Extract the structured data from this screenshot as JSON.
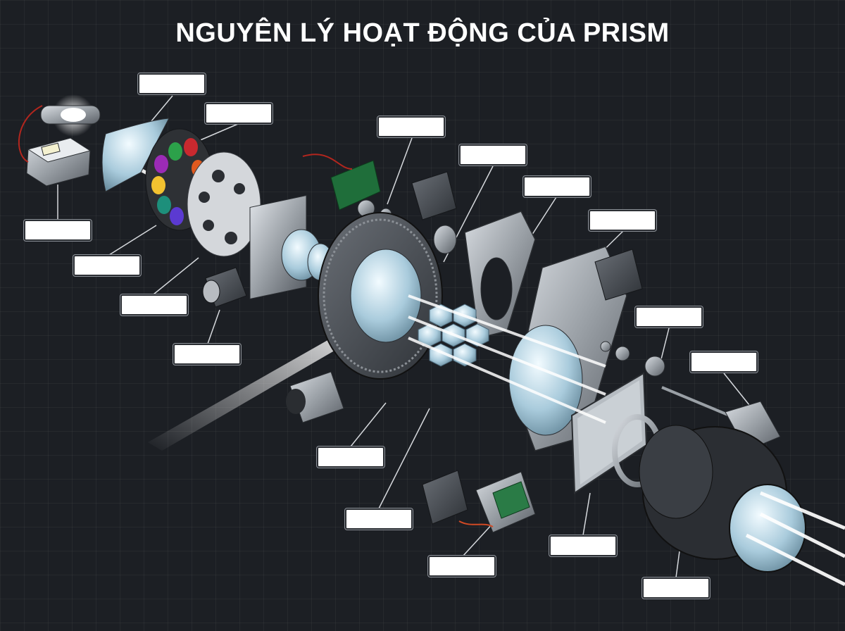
{
  "title": "NGUYÊN LÝ HOẠT ĐỘNG CỦA PRISM",
  "colors": {
    "background": "#1c1f24",
    "light_beam": "#ffffff",
    "metal": "#9aa0a6",
    "label_fill": "#ffffff"
  },
  "components": [
    {
      "name": "lamp",
      "label": ""
    },
    {
      "name": "reflector",
      "label": ""
    },
    {
      "name": "color-wheel",
      "label": ""
    },
    {
      "name": "lamp-ballast",
      "label": ""
    },
    {
      "name": "gobo-wheel",
      "label": ""
    },
    {
      "name": "focus-lens",
      "label": ""
    },
    {
      "name": "stepper-motor-gobo",
      "label": ""
    },
    {
      "name": "control-board",
      "label": ""
    },
    {
      "name": "prism-gear-ring",
      "label": ""
    },
    {
      "name": "motor-top",
      "label": ""
    },
    {
      "name": "prism-holder-bracket",
      "label": ""
    },
    {
      "name": "stepper-motor-prism",
      "label": ""
    },
    {
      "name": "bearing",
      "label": ""
    },
    {
      "name": "gear-shaft",
      "label": ""
    },
    {
      "name": "facet-prism",
      "label": ""
    },
    {
      "name": "frost-filter",
      "label": ""
    },
    {
      "name": "driver-board",
      "label": ""
    },
    {
      "name": "output-lens",
      "label": ""
    }
  ]
}
